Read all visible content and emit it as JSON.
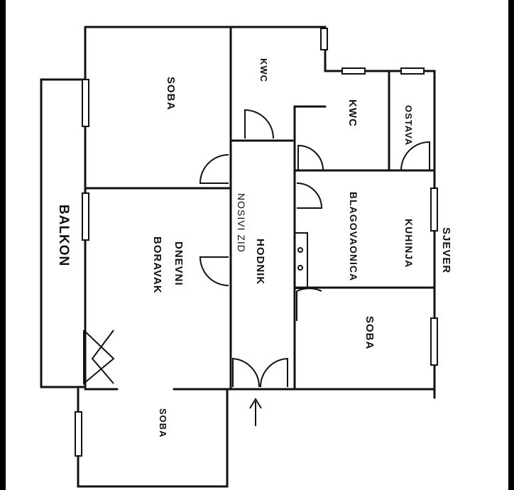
{
  "rooms": {
    "soba_top": "SOBA",
    "kwc_1": "KWC",
    "kwc_2": "KWC",
    "ostava": "OSTAVA",
    "balkon": "BALKON",
    "dnevni": "DNEVNI",
    "boravak": "BORAVAK",
    "nosivi_zid": "NOSIVI ZID",
    "hodnik": "HODNIK",
    "blagovaonica": "BLAGOVAONICA",
    "kuhinja": "KUHINJA",
    "soba_right": "SOBA",
    "soba_bottom": "SOBA"
  },
  "compass": "SJEVER",
  "colors": {
    "ink": "#111111",
    "frame": "#000000"
  }
}
